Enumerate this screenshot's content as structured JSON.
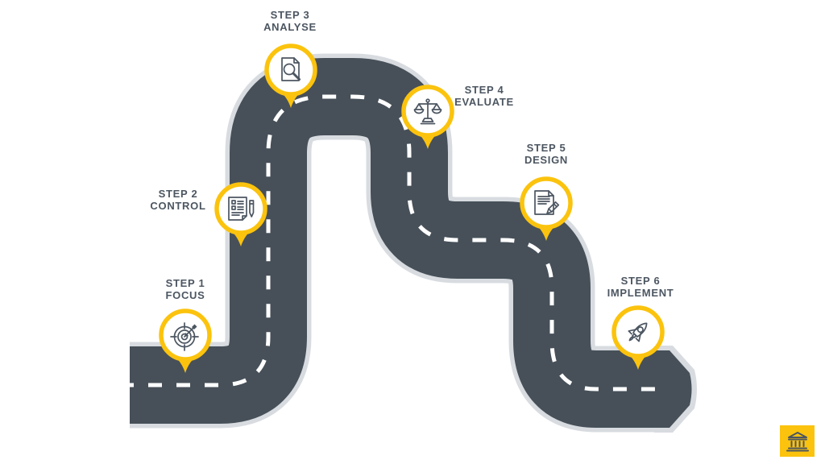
{
  "colors": {
    "road": "#475059",
    "border": "#d8dce0",
    "dash": "#ffffff",
    "accent": "#fbc30d",
    "icon": "#4c5661",
    "label": "#4c5661",
    "badge": "#fbc30d"
  },
  "roadmap": {
    "steps": [
      {
        "step": "STEP 1",
        "name": "FOCUS",
        "icon": "target-dart-icon"
      },
      {
        "step": "STEP 2",
        "name": "CONTROL",
        "icon": "checklist-pen-icon"
      },
      {
        "step": "STEP 3",
        "name": "ANALYSE",
        "icon": "document-magnifier-icon"
      },
      {
        "step": "STEP 4",
        "name": "EVALUATE",
        "icon": "balance-scale-icon"
      },
      {
        "step": "STEP 5",
        "name": "DESIGN",
        "icon": "document-pencil-icon"
      },
      {
        "step": "STEP 6",
        "name": "IMPLEMENT",
        "icon": "rocket-icon"
      }
    ]
  },
  "badge": {
    "icon": "bank-icon"
  }
}
